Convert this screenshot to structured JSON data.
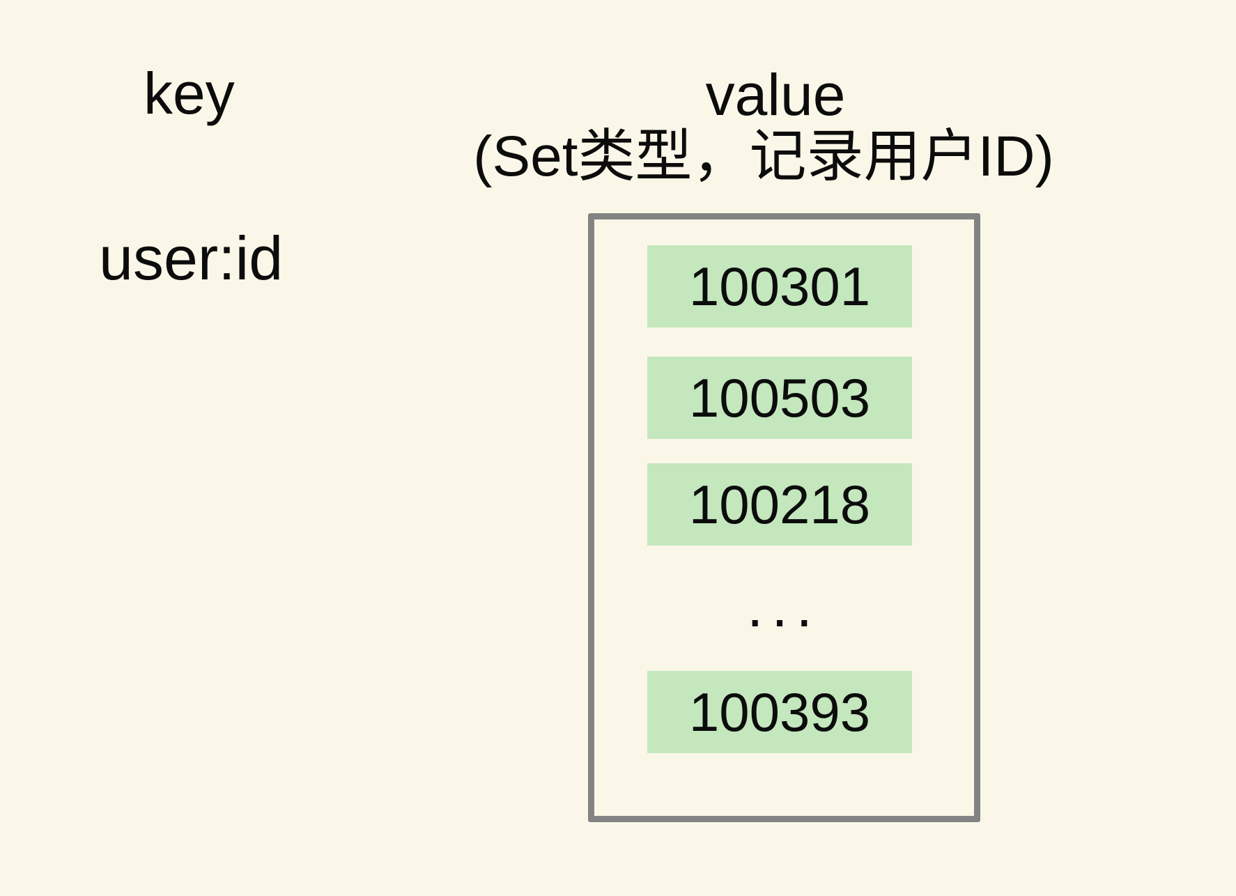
{
  "diagram": {
    "headers": {
      "key": "key",
      "value": "value",
      "value_subtitle": "(Set类型，记录用户ID)"
    },
    "key_column": {
      "key_name": "user:id"
    },
    "value_box": {
      "items": [
        "100301",
        "100503",
        "100218",
        "100393"
      ],
      "ellipsis": "..."
    }
  },
  "colors": {
    "background": "#FAF7E8",
    "cell_green": "#C4E7BE",
    "box_border": "#838383",
    "text": "#0C0C0C"
  }
}
